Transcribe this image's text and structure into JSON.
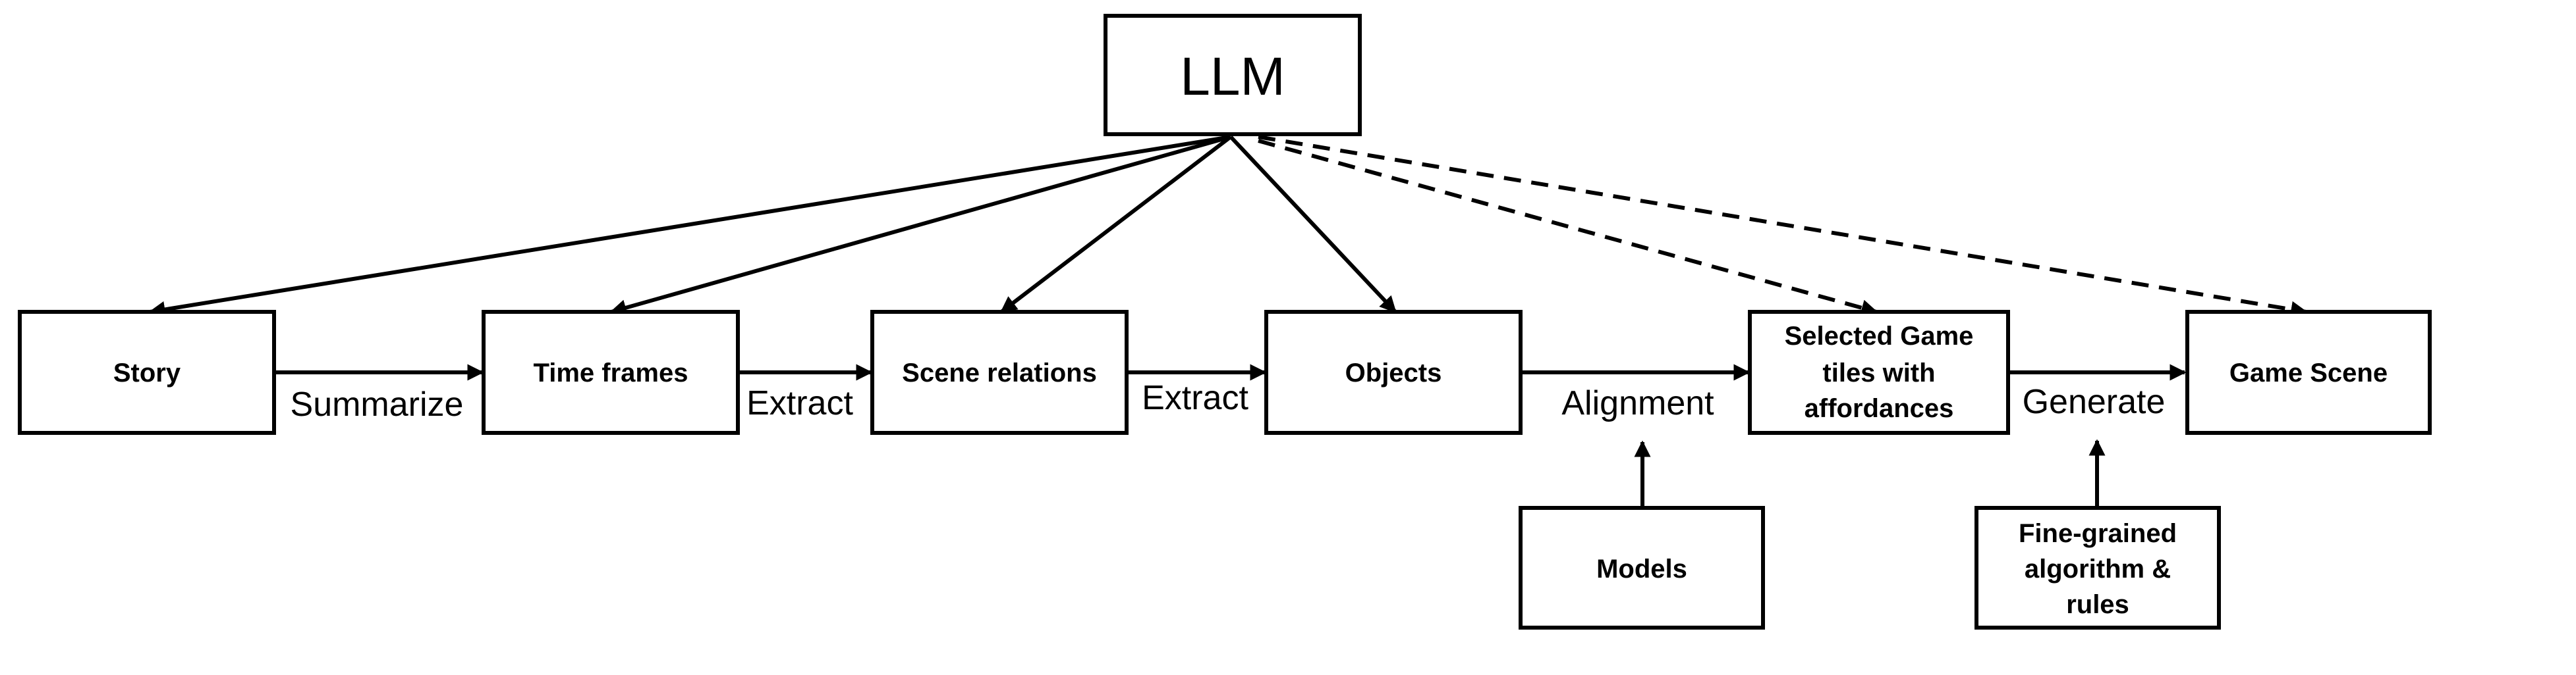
{
  "nodes": {
    "llm": "LLM",
    "story": "Story",
    "time_frames": "Time frames",
    "scene_relations": "Scene relations",
    "objects": "Objects",
    "selected_game_tiles": [
      "Selected Game",
      "tiles with",
      "affordances"
    ],
    "game_scene": "Game Scene",
    "models": "Models",
    "fine_grained": [
      "Fine-grained",
      "algorithm &",
      "rules"
    ]
  },
  "edge_labels": {
    "summarize": "Summarize",
    "extract_1": "Extract",
    "extract_2": "Extract",
    "alignment": "Alignment",
    "generate": "Generate"
  },
  "edges": [
    {
      "from": "llm",
      "to": "story",
      "style": "solid"
    },
    {
      "from": "llm",
      "to": "time_frames",
      "style": "solid"
    },
    {
      "from": "llm",
      "to": "scene_relations",
      "style": "solid"
    },
    {
      "from": "llm",
      "to": "objects",
      "style": "solid"
    },
    {
      "from": "llm",
      "to": "selected_game_tiles",
      "style": "dashed"
    },
    {
      "from": "llm",
      "to": "game_scene",
      "style": "dashed"
    },
    {
      "from": "story",
      "to": "time_frames",
      "style": "solid",
      "label": "summarize"
    },
    {
      "from": "time_frames",
      "to": "scene_relations",
      "style": "solid",
      "label": "extract_1"
    },
    {
      "from": "scene_relations",
      "to": "objects",
      "style": "solid",
      "label": "extract_2"
    },
    {
      "from": "objects",
      "to": "selected_game_tiles",
      "style": "solid",
      "label": "alignment"
    },
    {
      "from": "selected_game_tiles",
      "to": "game_scene",
      "style": "solid",
      "label": "generate"
    },
    {
      "from": "models",
      "to": "alignment_edge",
      "style": "solid"
    },
    {
      "from": "fine_grained",
      "to": "generate_edge",
      "style": "solid"
    }
  ]
}
